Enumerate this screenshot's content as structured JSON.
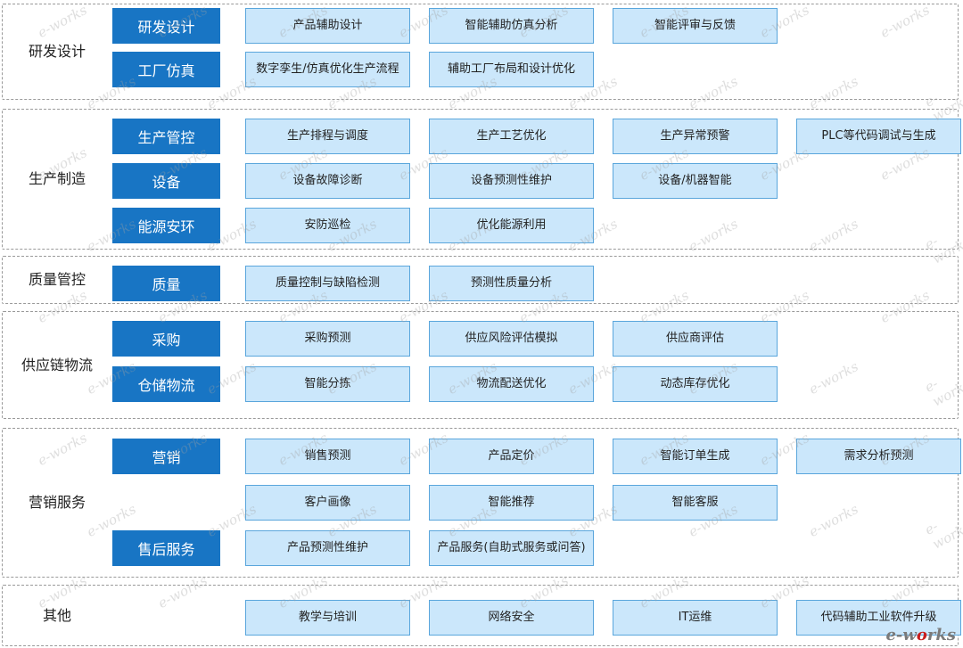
{
  "sections": [
    {
      "label": "研发设计",
      "rows": [
        {
          "category": "研发设计",
          "items": [
            "产品辅助设计",
            "智能辅助仿真分析",
            "智能评审与反馈"
          ]
        },
        {
          "category": "工厂仿真",
          "items": [
            "数字孪生/仿真优化生产流程",
            "辅助工厂布局和设计优化"
          ]
        }
      ]
    },
    {
      "label": "生产制造",
      "rows": [
        {
          "category": "生产管控",
          "items": [
            "生产排程与调度",
            "生产工艺优化",
            "生产异常预警",
            "PLC等代码调试与生成"
          ]
        },
        {
          "category": "设备",
          "items": [
            "设备故障诊断",
            "设备预测性维护",
            "设备/机器智能"
          ]
        },
        {
          "category": "能源安环",
          "items": [
            "安防巡检",
            "优化能源利用"
          ]
        }
      ]
    },
    {
      "label": "质量管控",
      "rows": [
        {
          "category": "质量",
          "items": [
            "质量控制与缺陷检测",
            "预测性质量分析"
          ]
        }
      ]
    },
    {
      "label": "供应链物流",
      "rows": [
        {
          "category": "采购",
          "items": [
            "采购预测",
            "供应风险评估模拟",
            "供应商评估"
          ]
        },
        {
          "category": "仓储物流",
          "items": [
            "智能分拣",
            "物流配送优化",
            "动态库存优化"
          ]
        }
      ]
    },
    {
      "label": "营销服务",
      "rows": [
        {
          "category": "营销",
          "items": [
            "销售预测",
            "产品定价",
            "智能订单生成",
            "需求分析预测"
          ]
        },
        {
          "category": "",
          "items": [
            "客户画像",
            "智能推荐",
            "智能客服"
          ]
        },
        {
          "category": "售后服务",
          "items": [
            "产品预测性维护",
            "产品服务(自助式服务或问答)"
          ]
        }
      ]
    },
    {
      "label": "其他",
      "rows": [
        {
          "category": "",
          "items": [
            "教学与培训",
            "网络安全",
            "IT运维",
            "代码辅助工业软件升级"
          ]
        }
      ]
    }
  ],
  "watermark": "e-works",
  "logo": {
    "pre": "e-w",
    "accent": "o",
    "post": "rks"
  },
  "colors": {
    "category_fill": "#1875c4",
    "box_fill": "#cbe7fb",
    "box_border": "#5aa6dc"
  }
}
